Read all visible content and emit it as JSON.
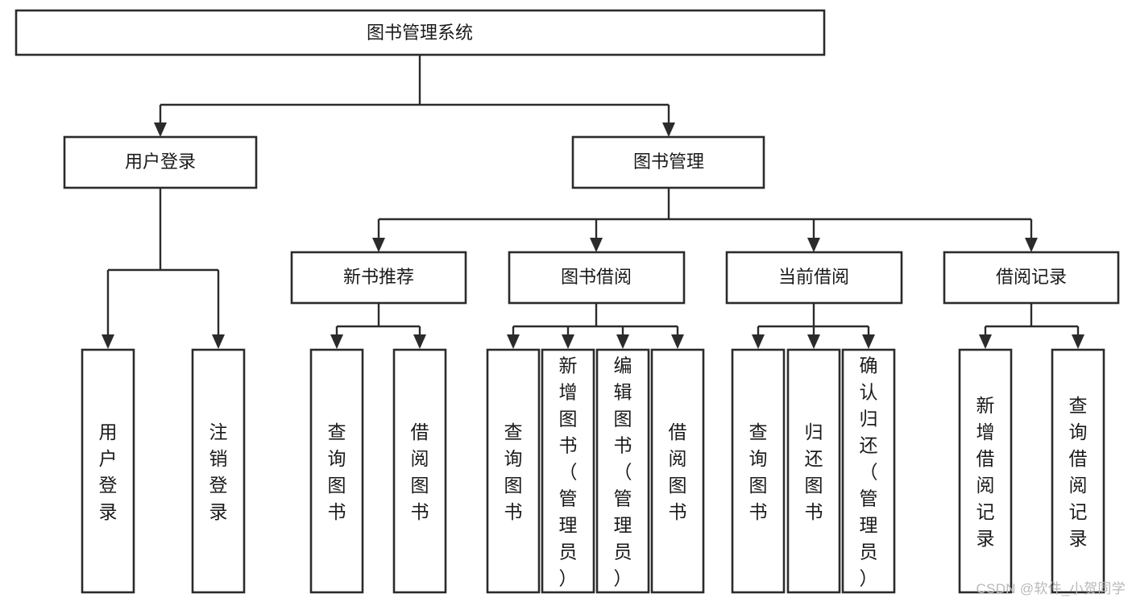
{
  "diagram": {
    "type": "tree-hierarchy",
    "title": "图书管理系统",
    "watermark": "CSDN @软件_小贺同学",
    "colors": {
      "stroke": "#2b2b2b",
      "fill": "#ffffff",
      "text": "#1a1a1a",
      "watermark": "#b9b9b9"
    },
    "root": {
      "label": "图书管理系统"
    },
    "level1": [
      {
        "label": "用户登录"
      },
      {
        "label": "图书管理"
      }
    ],
    "level2": [
      {
        "label": "新书推荐"
      },
      {
        "label": "图书借阅"
      },
      {
        "label": "当前借阅"
      },
      {
        "label": "借阅记录"
      }
    ],
    "leaves": {
      "user_login": [
        {
          "label": "用户登录"
        },
        {
          "label": "注销登录"
        }
      ],
      "new_book": [
        {
          "label": "查询图书"
        },
        {
          "label": "借阅图书"
        }
      ],
      "book_borrow": [
        {
          "label": "查询图书"
        },
        {
          "label": "新增图书（管理员）"
        },
        {
          "label": "编辑图书（管理员）"
        },
        {
          "label": "借阅图书"
        }
      ],
      "current_borrow": [
        {
          "label": "查询图书"
        },
        {
          "label": "归还图书"
        },
        {
          "label": "确认归还（管理员）"
        }
      ],
      "borrow_record": [
        {
          "label": "新增借阅记录"
        },
        {
          "label": "查询借阅记录"
        }
      ]
    }
  }
}
